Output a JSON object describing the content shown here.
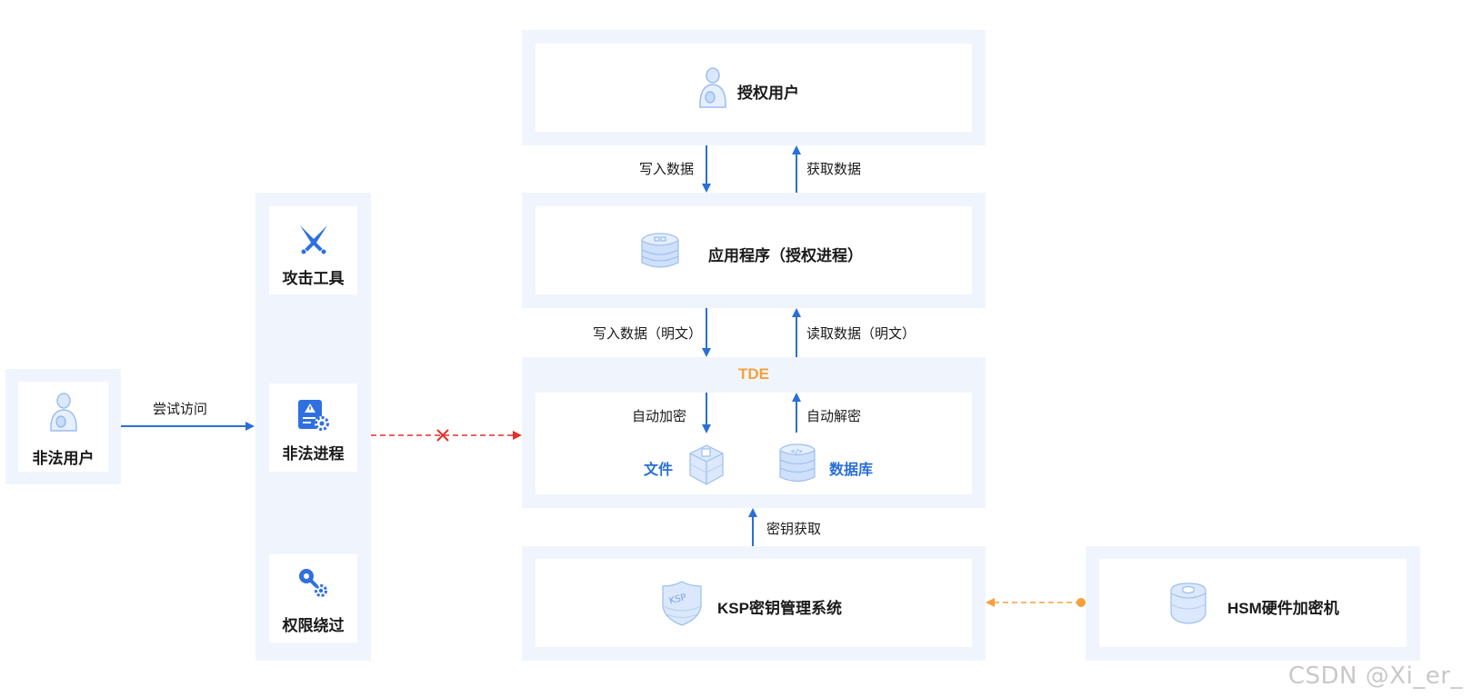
{
  "illegal_user": {
    "label": "非法用户"
  },
  "attempt_access": {
    "label": "尝试访问"
  },
  "threats": [
    {
      "label": "攻击工具",
      "icon": "crossed-swords-icon"
    },
    {
      "label": "非法进程",
      "icon": "warning-document-icon"
    },
    {
      "label": "权限绕过",
      "icon": "key-gear-icon"
    }
  ],
  "authorized_user": {
    "label": "授权用户"
  },
  "write_data": "写入数据",
  "get_data": "获取数据",
  "application": {
    "label": "应用程序（授权进程）"
  },
  "write_plain": "写入数据（明文）",
  "read_plain": "读取数据（明文）",
  "tde": {
    "title": "TDE",
    "auto_encrypt": "自动加密",
    "auto_decrypt": "自动解密",
    "file": "文件",
    "database": "数据库"
  },
  "key_fetch": "密钥获取",
  "ksp": {
    "label": "KSP密钥管理系统",
    "badge": "KSP"
  },
  "hsm": {
    "label": "HSM硬件加密机"
  },
  "watermark": "CSDN @Xi_er_",
  "colors": {
    "panel": "#f0f5fd",
    "arrow_blue": "#2a6fd6",
    "block_red": "#e0312b",
    "tde_orange": "#f5a03a",
    "icon_blue": "#2f6fe0"
  }
}
